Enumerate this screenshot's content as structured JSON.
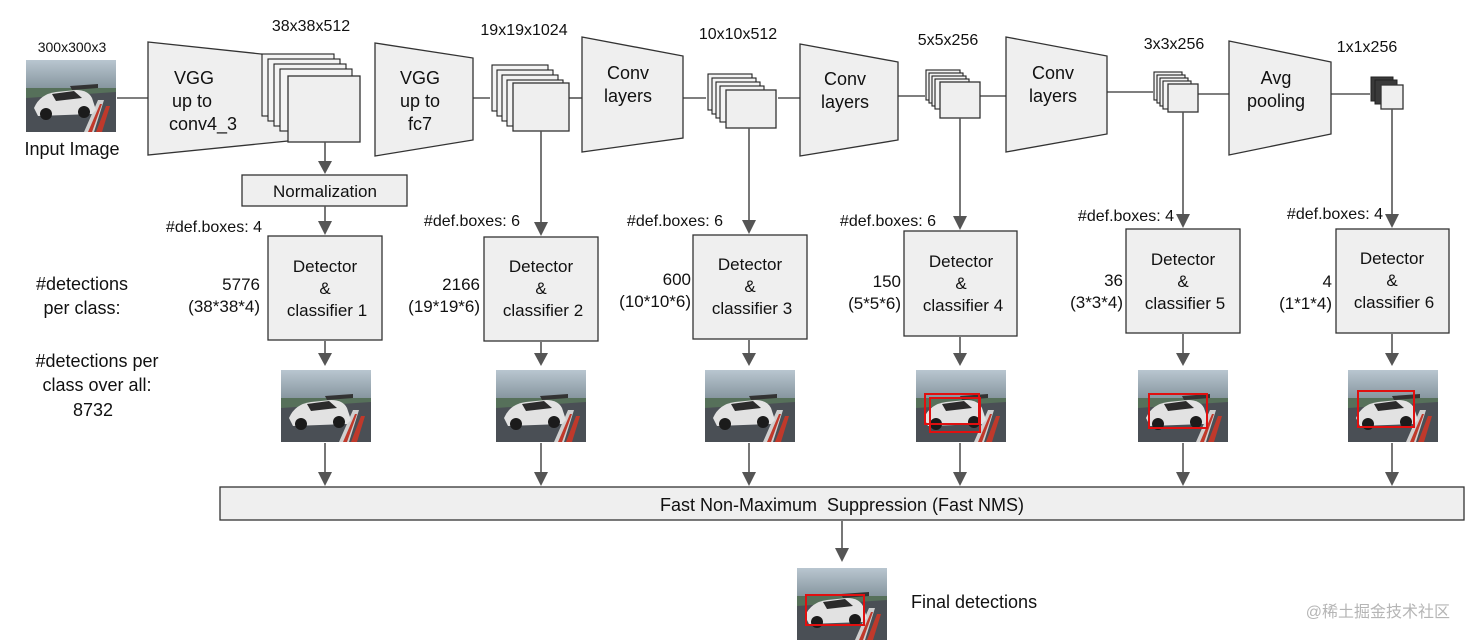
{
  "input": {
    "size": "300x300x3",
    "label": "Input Image"
  },
  "backbone": {
    "vgg1": [
      "VGG",
      "up to",
      "conv4_3"
    ],
    "vgg2": [
      "VGG",
      "up to",
      "fc7"
    ],
    "conv1": [
      "Conv",
      "layers"
    ],
    "conv2": [
      "Conv",
      "layers"
    ],
    "conv3": [
      "Conv",
      "layers"
    ],
    "pool": [
      "Avg",
      "pooling"
    ]
  },
  "feature_maps": [
    "38x38x512",
    "19x19x1024",
    "10x10x512",
    "5x5x256",
    "3x3x256",
    "1x1x256"
  ],
  "normalization": "Normalization",
  "detectors": [
    {
      "boxes": "#def.boxes: 4",
      "lines": [
        "Detector",
        "&",
        "classifier 1"
      ],
      "count": "5776",
      "formula": "(38*38*4)"
    },
    {
      "boxes": "#def.boxes: 6",
      "lines": [
        "Detector",
        "&",
        "classifier 2"
      ],
      "count": "2166",
      "formula": "(19*19*6)"
    },
    {
      "boxes": "#def.boxes: 6",
      "lines": [
        "Detector",
        "&",
        "classifier 3"
      ],
      "count": "600",
      "formula": "(10*10*6)"
    },
    {
      "boxes": "#def.boxes: 6",
      "lines": [
        "Detector",
        "&",
        "classifier 4"
      ],
      "count": "150",
      "formula": "(5*5*6)"
    },
    {
      "boxes": "#def.boxes: 4",
      "lines": [
        "Detector",
        "&",
        "classifier 5"
      ],
      "count": "36",
      "formula": "(3*3*4)"
    },
    {
      "boxes": "#def.boxes: 4",
      "lines": [
        "Detector",
        "&",
        "classifier 6"
      ],
      "count": "4",
      "formula": "(1*1*4)"
    }
  ],
  "side_labels": {
    "per_class": [
      "#detections",
      "per class:"
    ],
    "overall": [
      "#detections per",
      "class over all:",
      "8732"
    ]
  },
  "nms": "Fast Non-Maximum  Suppression (Fast NMS)",
  "final": "Final detections",
  "watermark": "@稀土掘金技术社区",
  "colors": {
    "box_fill": "#efefef",
    "border": "#333333",
    "arrow": "#555555",
    "detection_box": "#e01010"
  },
  "icons": [
    "car-photo",
    "arrow-down-icon",
    "arrow-right-icon"
  ]
}
